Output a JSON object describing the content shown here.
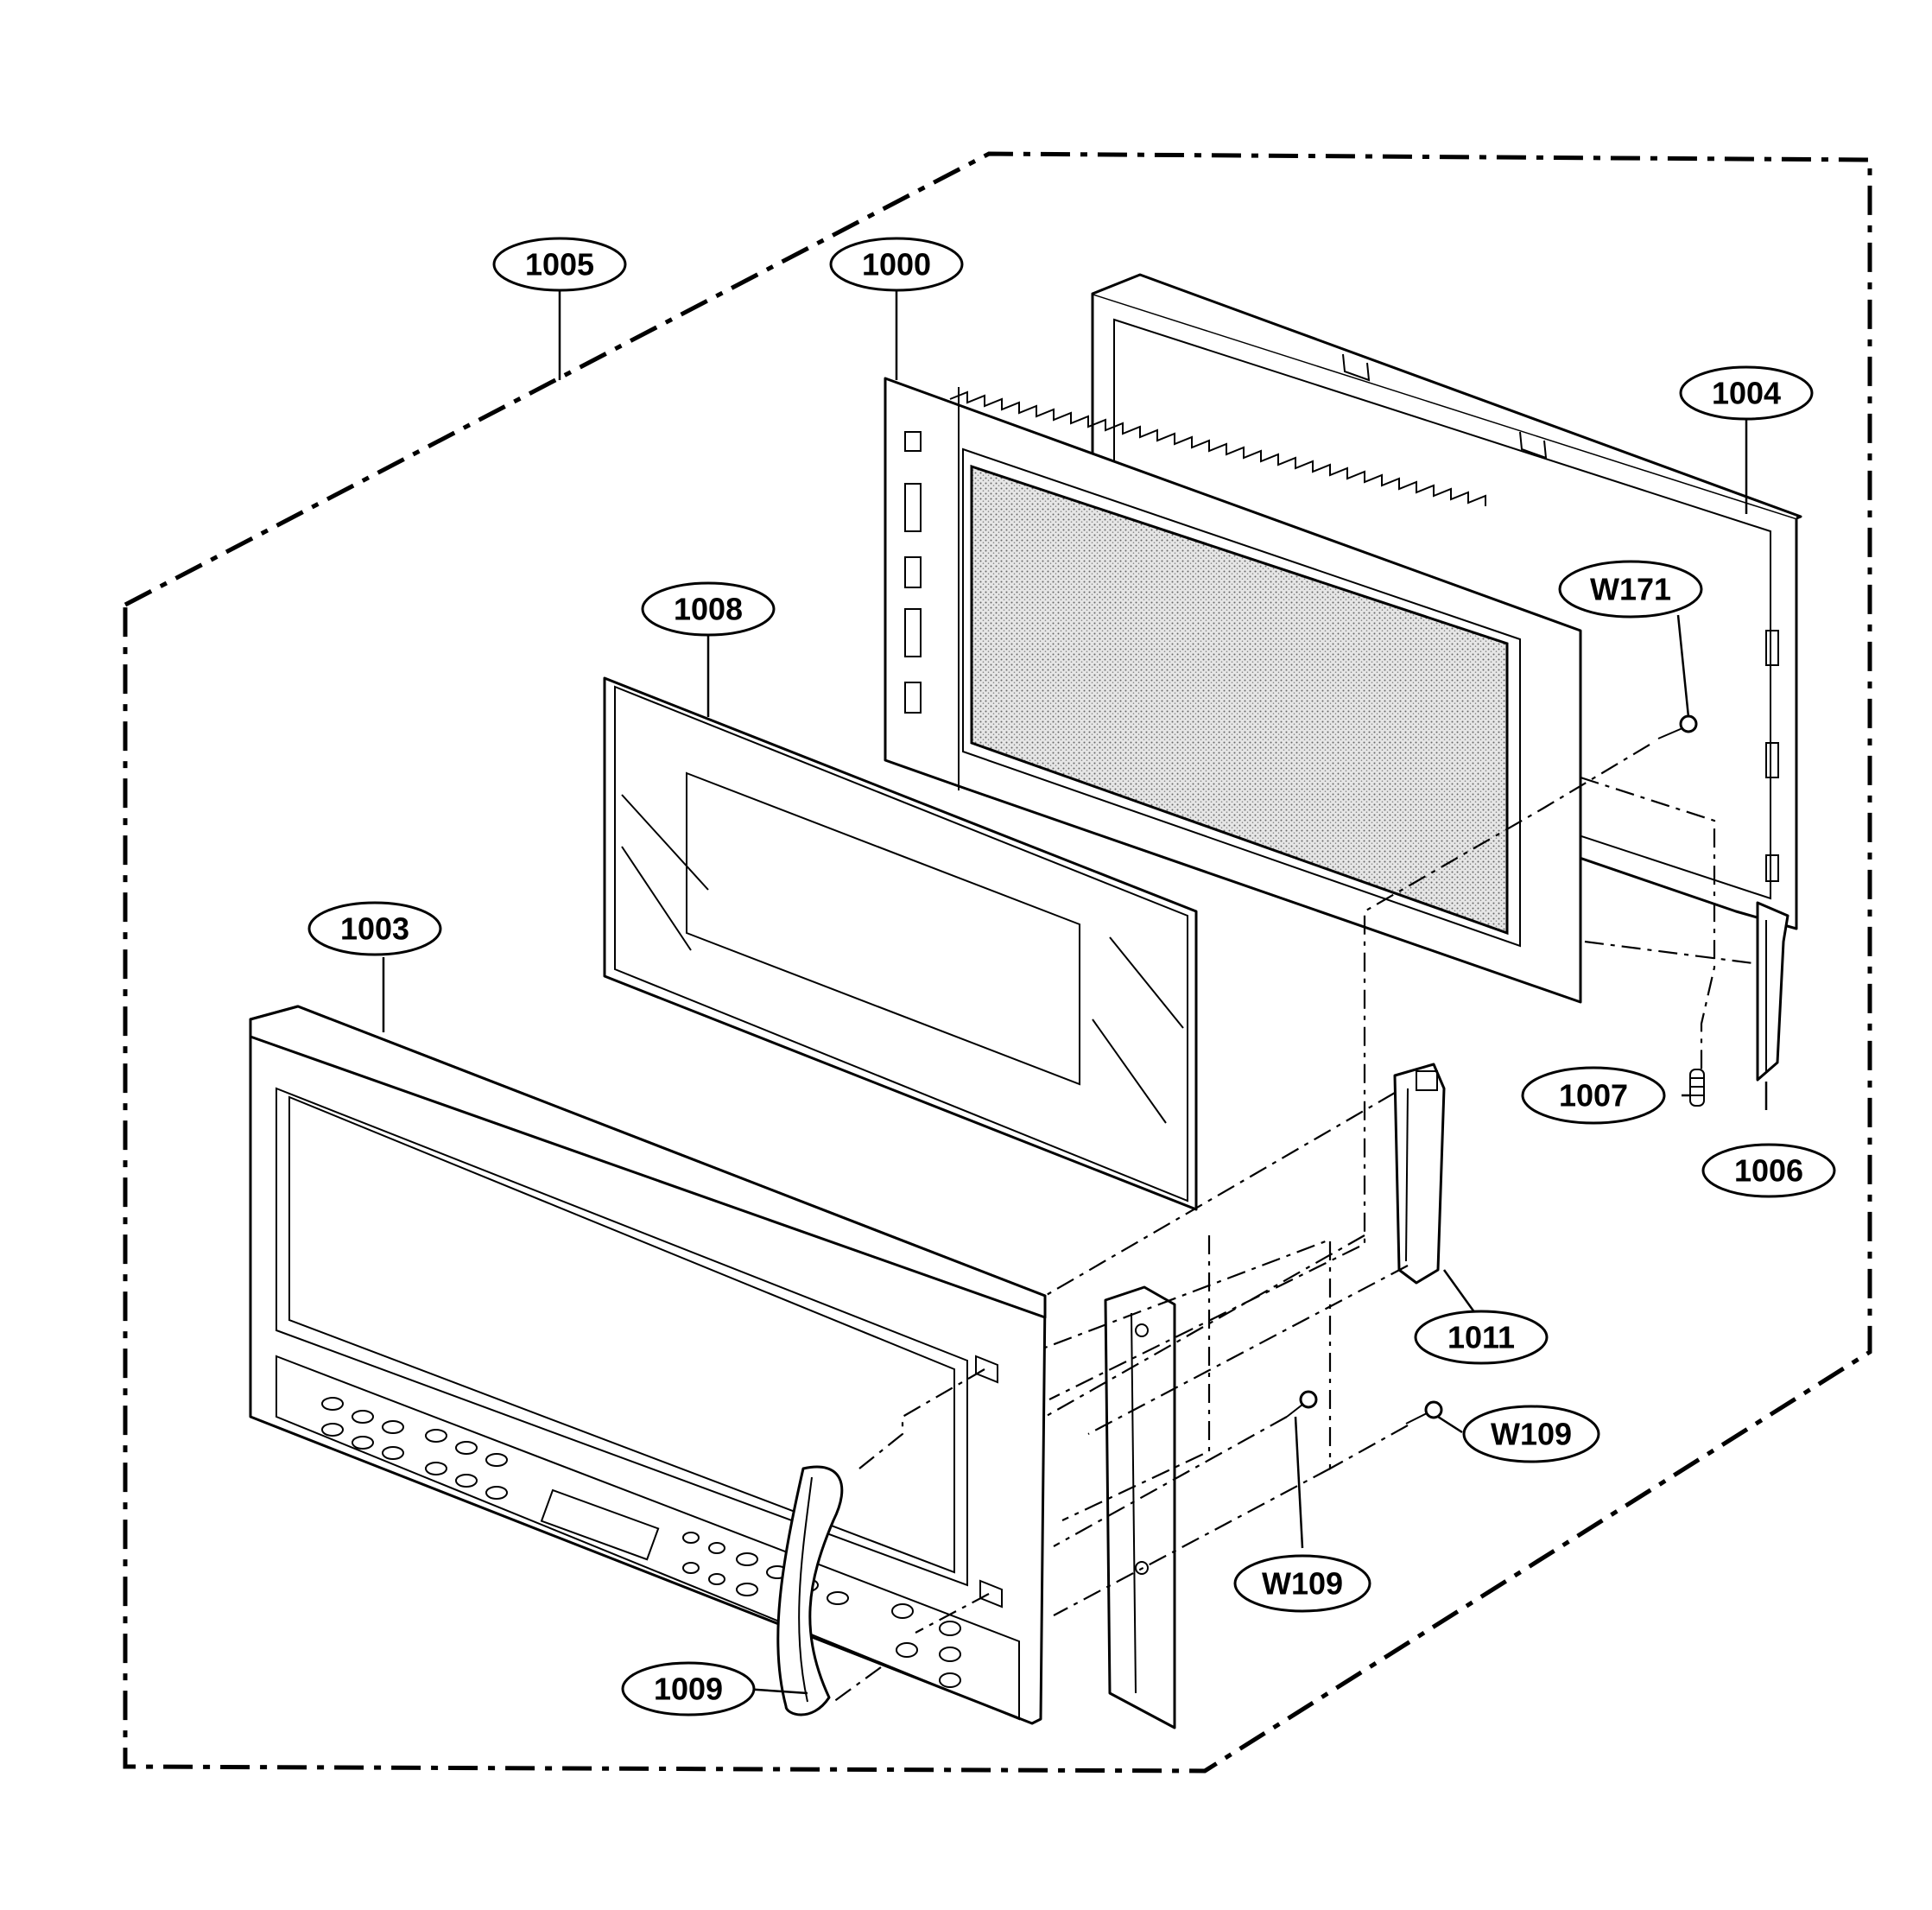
{
  "callouts": {
    "c1005": "1005",
    "c1000": "1000",
    "c1004": "1004",
    "cW171": "W171",
    "c1008": "1008",
    "c1003": "1003",
    "c1007": "1007",
    "c1006": "1006",
    "c1011": "1011",
    "cW109a": "W109",
    "cW109b": "W109",
    "c1009": "1009"
  }
}
